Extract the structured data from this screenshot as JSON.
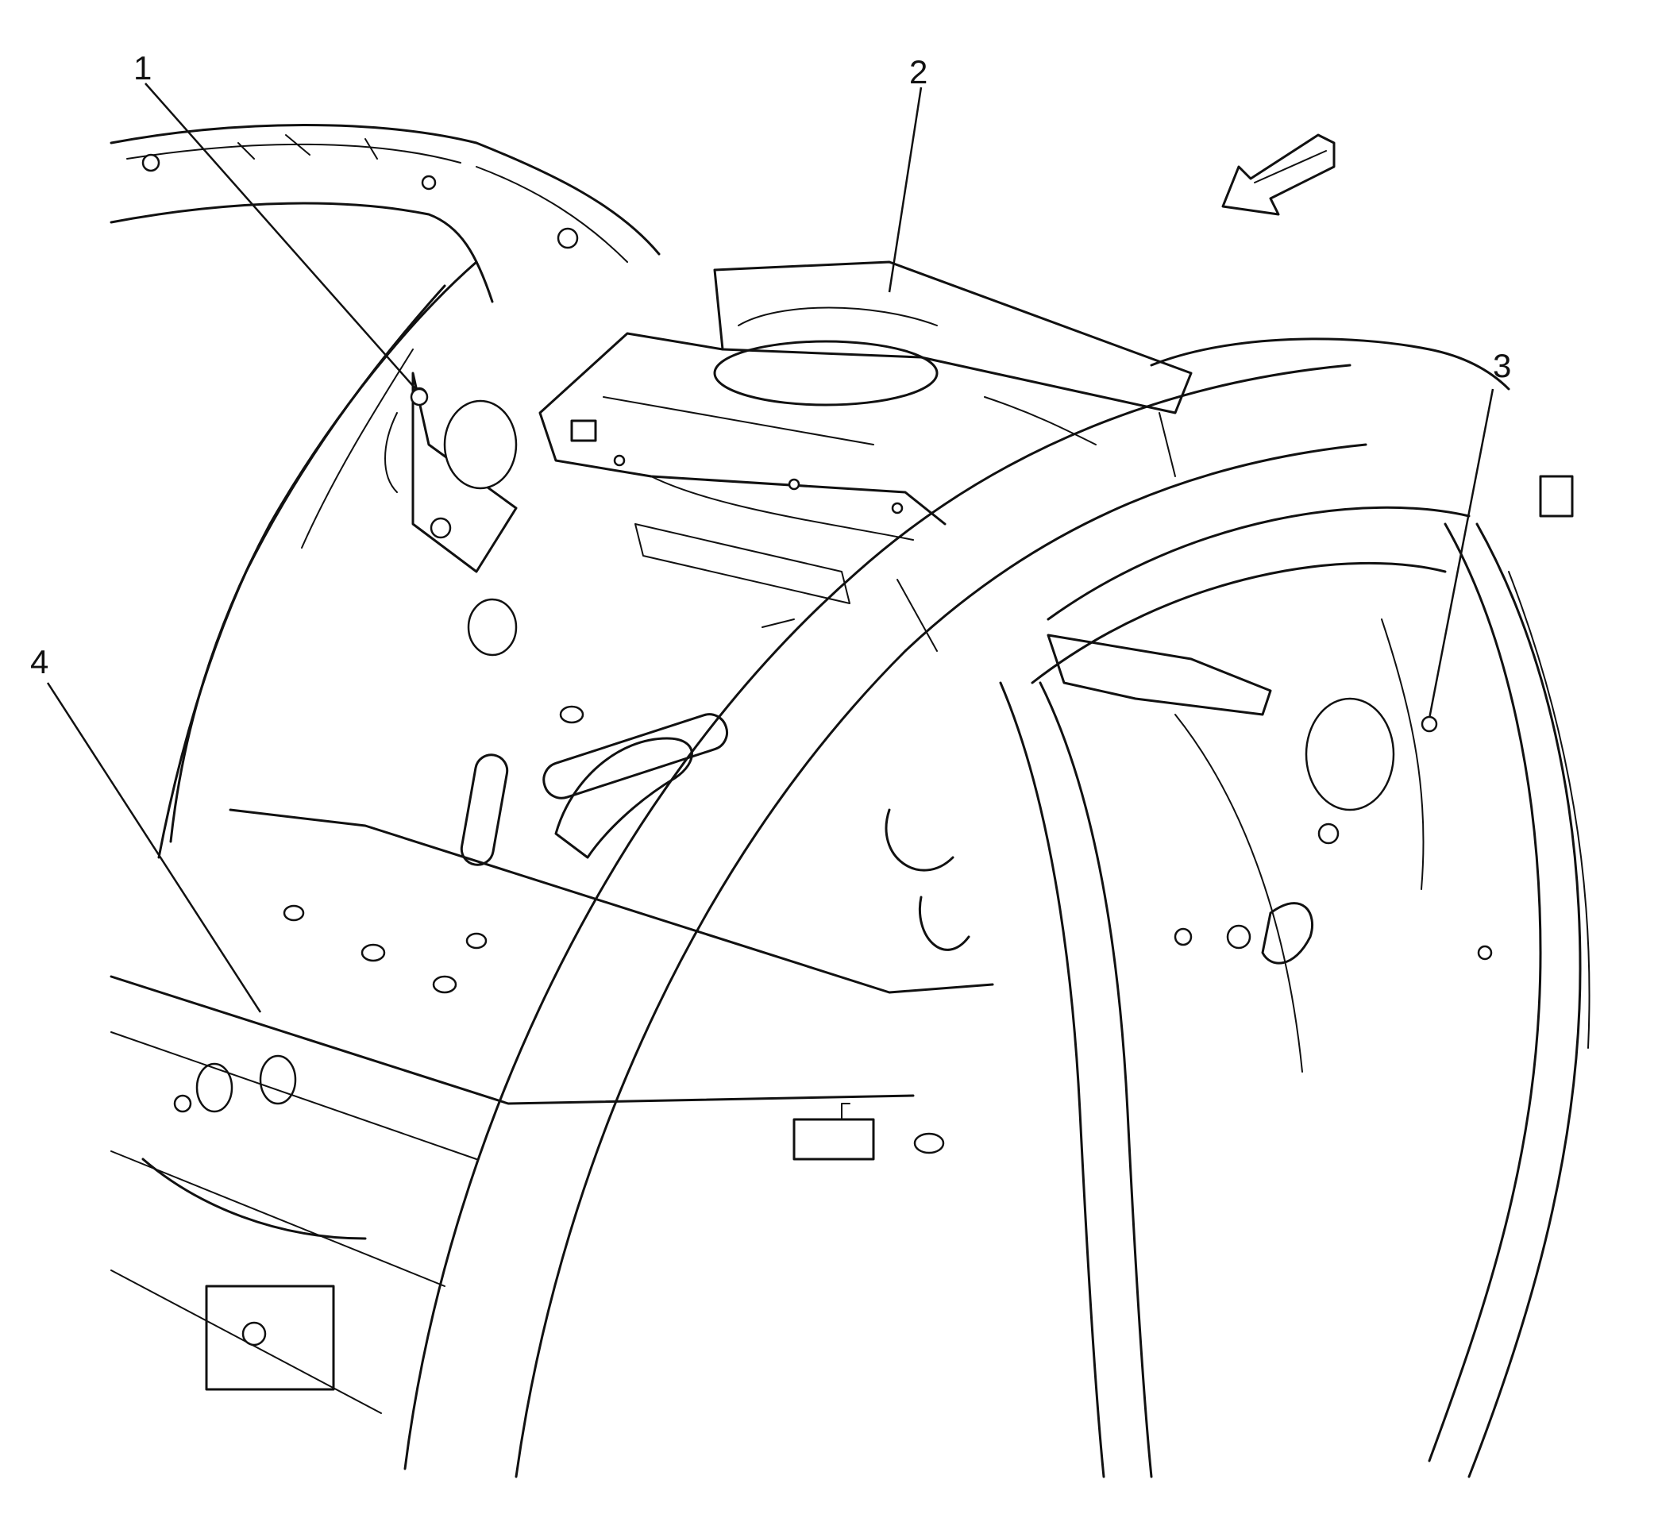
{
  "callouts": [
    {
      "id": "1",
      "label": "1"
    },
    {
      "id": "2",
      "label": "2"
    },
    {
      "id": "3",
      "label": "3"
    },
    {
      "id": "4",
      "label": "4"
    }
  ],
  "direction_arrow": {
    "icon": "forward-direction-arrow-icon"
  },
  "colors": {
    "ink": "#111111",
    "paper": "#ffffff"
  }
}
